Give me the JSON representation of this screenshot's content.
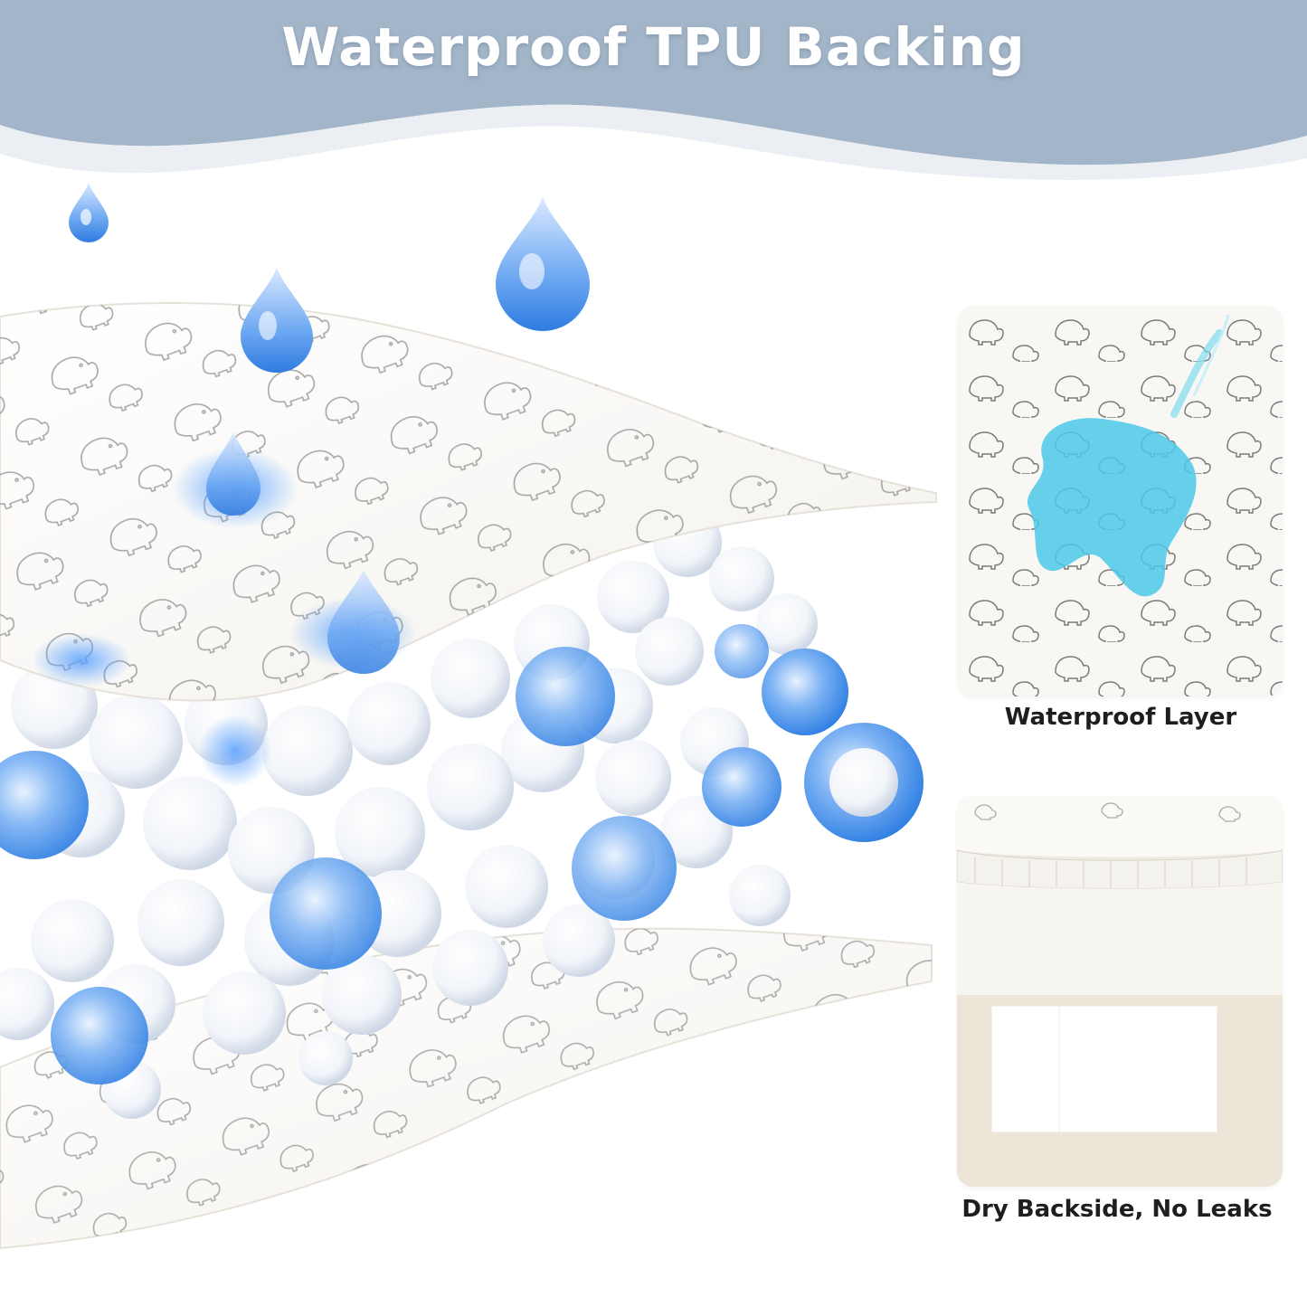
{
  "header": {
    "title": "Waterproof TPU Backing",
    "band_color": "#a3b5c8"
  },
  "illustration": {
    "water_color": "#3f8fe8",
    "ball_color": "#ffffff",
    "fabric_color": "#fbfaf6",
    "print_icon": "elephant-icon"
  },
  "panels": [
    {
      "caption": "Waterproof Layer",
      "stain_color": "#4cc9e8"
    },
    {
      "caption": "Dry Backside, No Leaks"
    }
  ]
}
